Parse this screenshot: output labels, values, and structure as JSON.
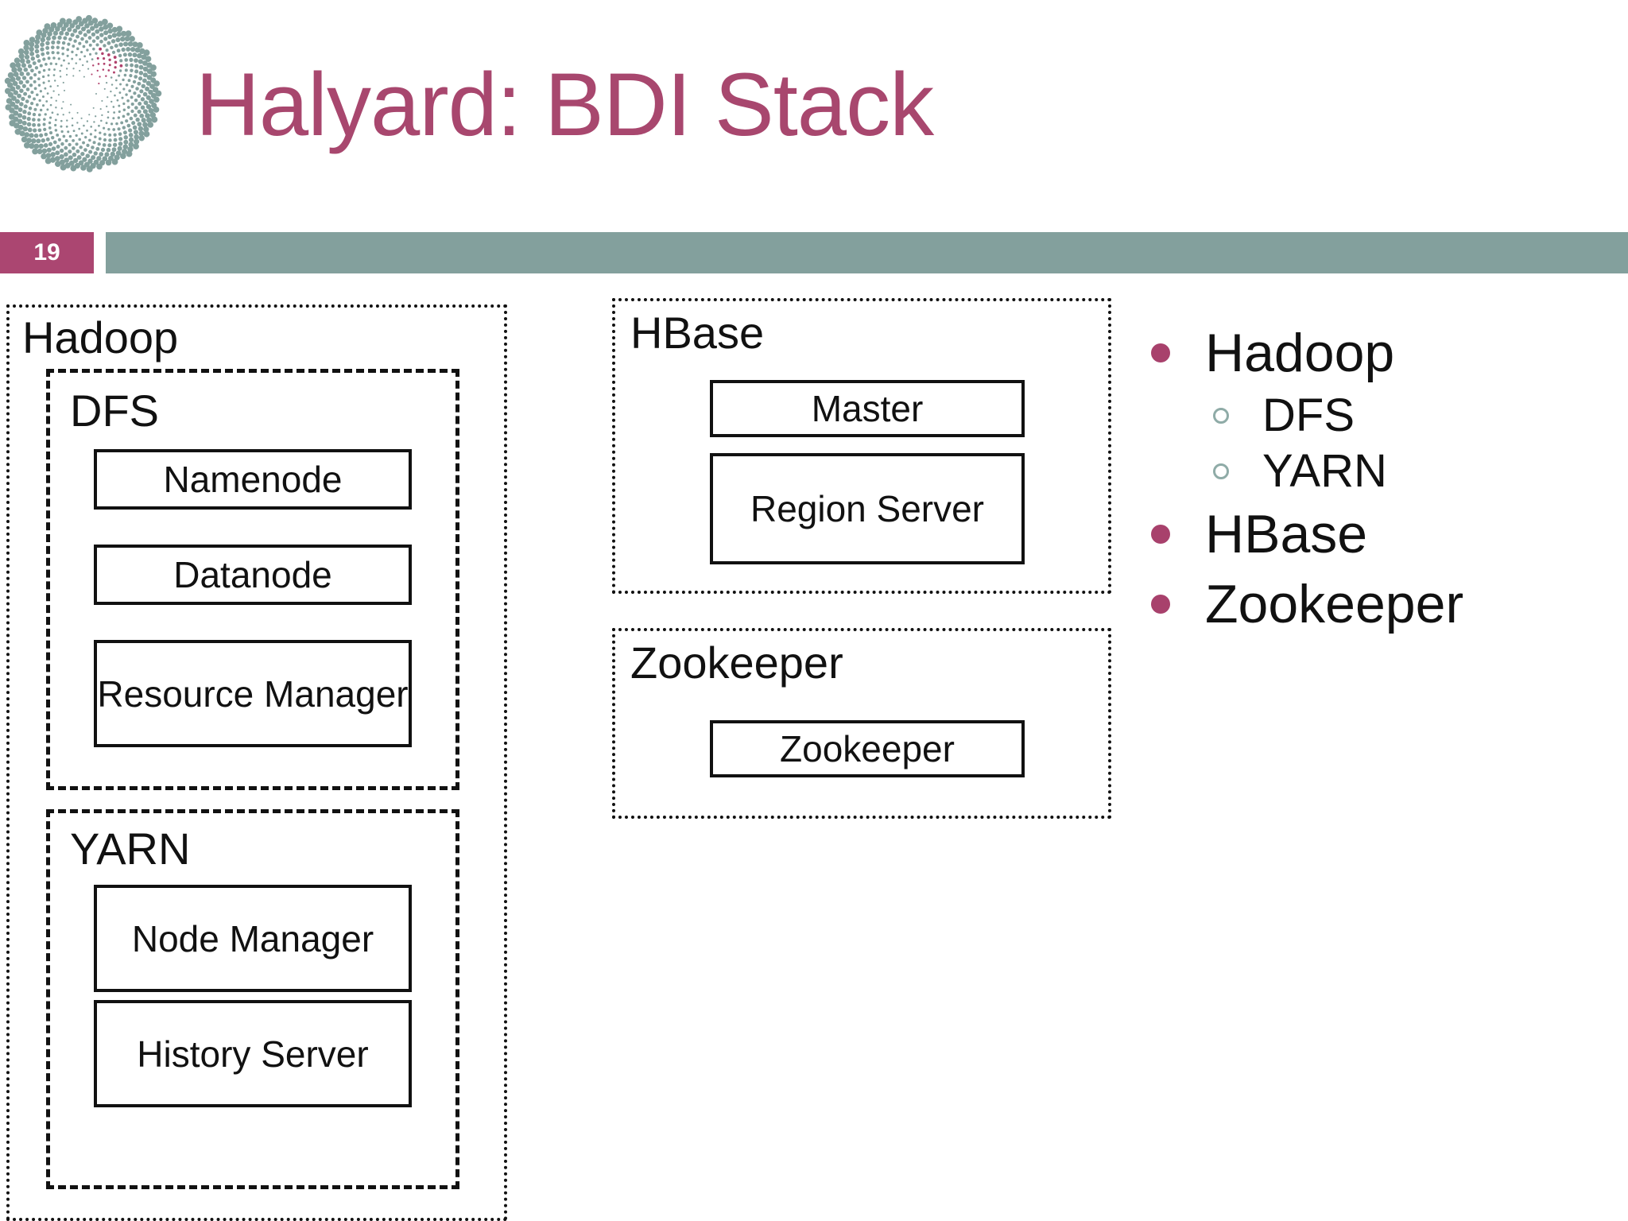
{
  "header": {
    "title": "Halyard: BDI Stack",
    "title_color": "#A8476E",
    "logo_name": "halyard-spiral-logo"
  },
  "page_band": {
    "page_number": "19",
    "badge_color": "#AB4671",
    "bar_color": "#83A09D"
  },
  "diagram": {
    "groups": [
      {
        "id": "hadoop",
        "label": "Hadoop",
        "border_style": "dotted",
        "subgroups": [
          {
            "id": "dfs",
            "label": "DFS",
            "border_style": "dashed",
            "nodes": [
              {
                "label": "Namenode"
              },
              {
                "label": "Datanode"
              },
              {
                "label": "Resource Manager"
              }
            ]
          },
          {
            "id": "yarn",
            "label": "YARN",
            "border_style": "dashed",
            "nodes": [
              {
                "label": "Node Manager"
              },
              {
                "label": "History Server"
              }
            ]
          }
        ]
      },
      {
        "id": "hbase",
        "label": "HBase",
        "border_style": "dotted",
        "nodes": [
          {
            "label": "Master"
          },
          {
            "label": "Region Server"
          }
        ]
      },
      {
        "id": "zookeeper",
        "label": "Zookeeper",
        "border_style": "dotted",
        "nodes": [
          {
            "label": "Zookeeper"
          }
        ]
      }
    ]
  },
  "bullets": {
    "level1_marker_color": "#A8416C",
    "level2_marker_color": "#8FABA7",
    "items": [
      {
        "label": "Hadoop",
        "level": 1
      },
      {
        "label": "DFS",
        "level": 2
      },
      {
        "label": "YARN",
        "level": 2
      },
      {
        "label": "HBase",
        "level": 1
      },
      {
        "label": "Zookeeper",
        "level": 1
      }
    ]
  }
}
